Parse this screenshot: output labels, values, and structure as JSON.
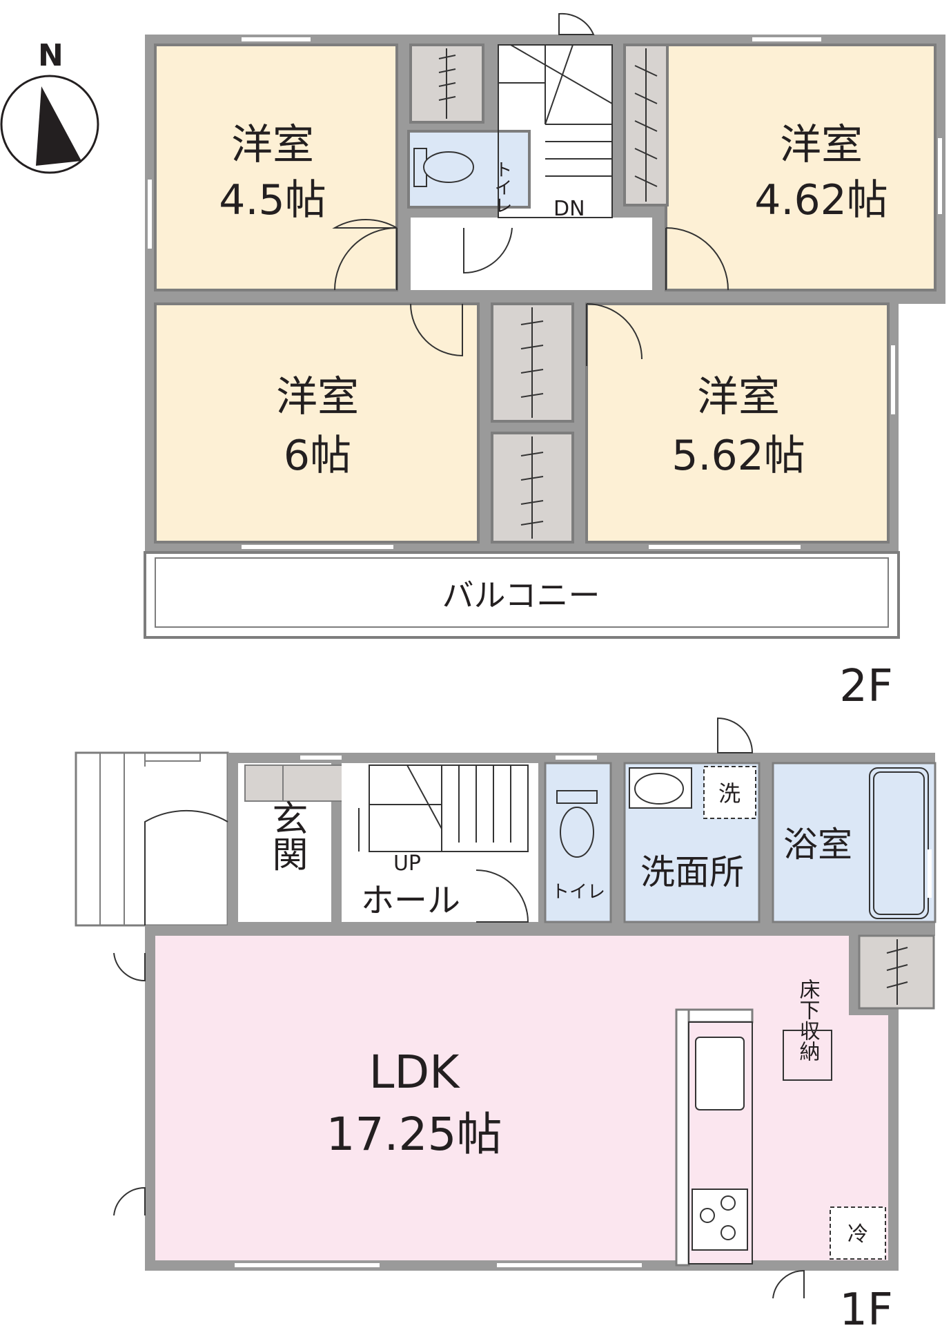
{
  "compass": {
    "label": "N"
  },
  "floor2": {
    "floor_label": "2F",
    "rooms": {
      "nw_bedroom": {
        "name": "洋室",
        "size": "4.5帖"
      },
      "ne_bedroom": {
        "name": "洋室",
        "size": "4.62帖"
      },
      "sw_bedroom": {
        "name": "洋室",
        "size": "6帖"
      },
      "se_bedroom": {
        "name": "洋室",
        "size": "5.62帖"
      },
      "toilet": {
        "name": "トイレ"
      },
      "balcony": {
        "name": "バルコニー"
      }
    },
    "stair_label": "DN"
  },
  "floor1": {
    "floor_label": "1F",
    "rooms": {
      "entrance": {
        "name": "玄関"
      },
      "hall": {
        "name": "ホール"
      },
      "toilet": {
        "name": "トイレ"
      },
      "washroom": {
        "name": "洗面所"
      },
      "bathroom": {
        "name": "浴室"
      },
      "ldk": {
        "name": "LDK",
        "size": "17.25帖"
      }
    },
    "stair_label": "UP",
    "washer_label": "洗",
    "fridge_label": "冷",
    "underfloor_storage": "床下収納"
  },
  "colors": {
    "bedroom": "#fdf0d5",
    "wet_area": "#dbe7f6",
    "ldk": "#fbe6ef",
    "closet": "#d7d3d0",
    "wall": "#7d7d7d"
  }
}
